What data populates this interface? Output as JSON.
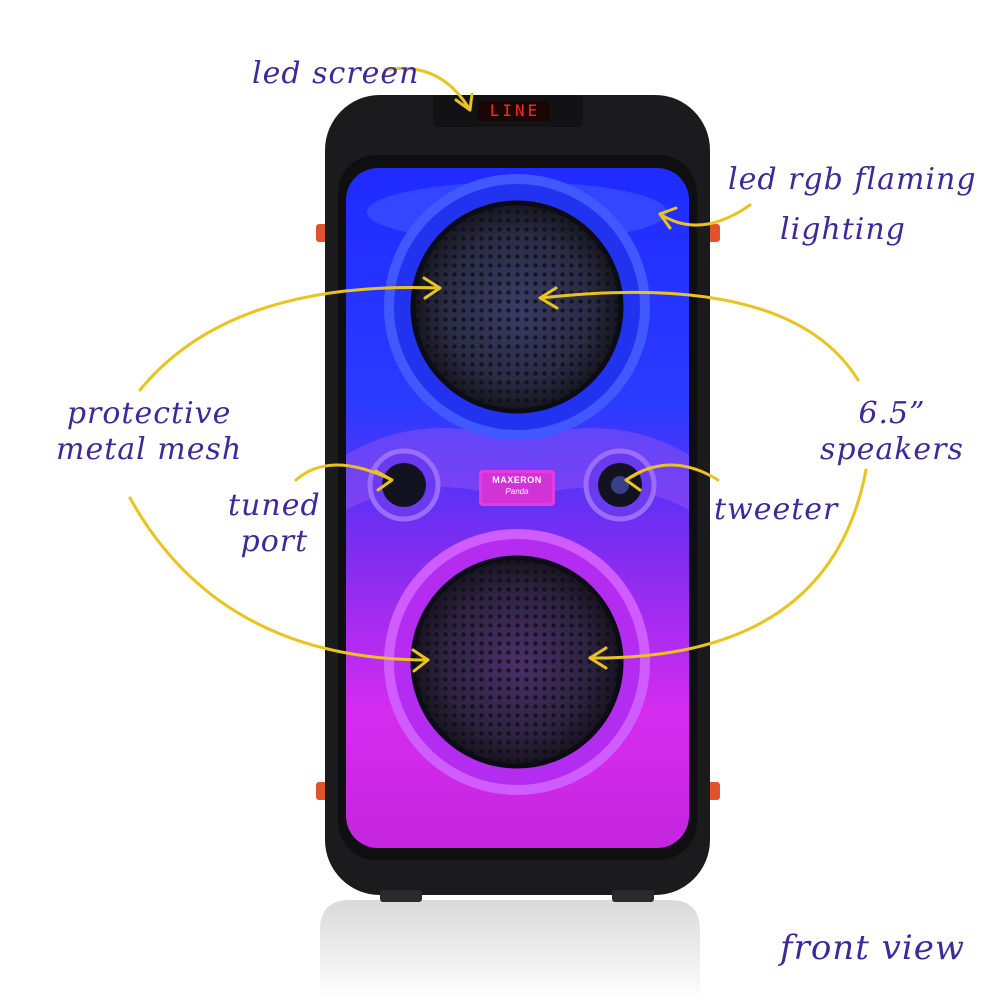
{
  "callouts": {
    "led_screen": "led screen",
    "led_rgb_line1": "led rgb flaming",
    "led_rgb_line2": "lighting",
    "protective_line1": "protective",
    "protective_line2": "metal mesh",
    "speakers_line1": "6.5”",
    "speakers_line2": "speakers",
    "tuned_line1": "tuned",
    "tuned_line2": "port",
    "tweeter": "tweeter",
    "front_view": "front view"
  },
  "device": {
    "display_text": "LINE",
    "brand_line1": "MAXERON",
    "brand_line2": "Panda"
  },
  "colors": {
    "label": "#3d2a9a",
    "arrow": "#e9c31f",
    "body": "#1b1b1d",
    "display_red": "#ff2a1a"
  }
}
